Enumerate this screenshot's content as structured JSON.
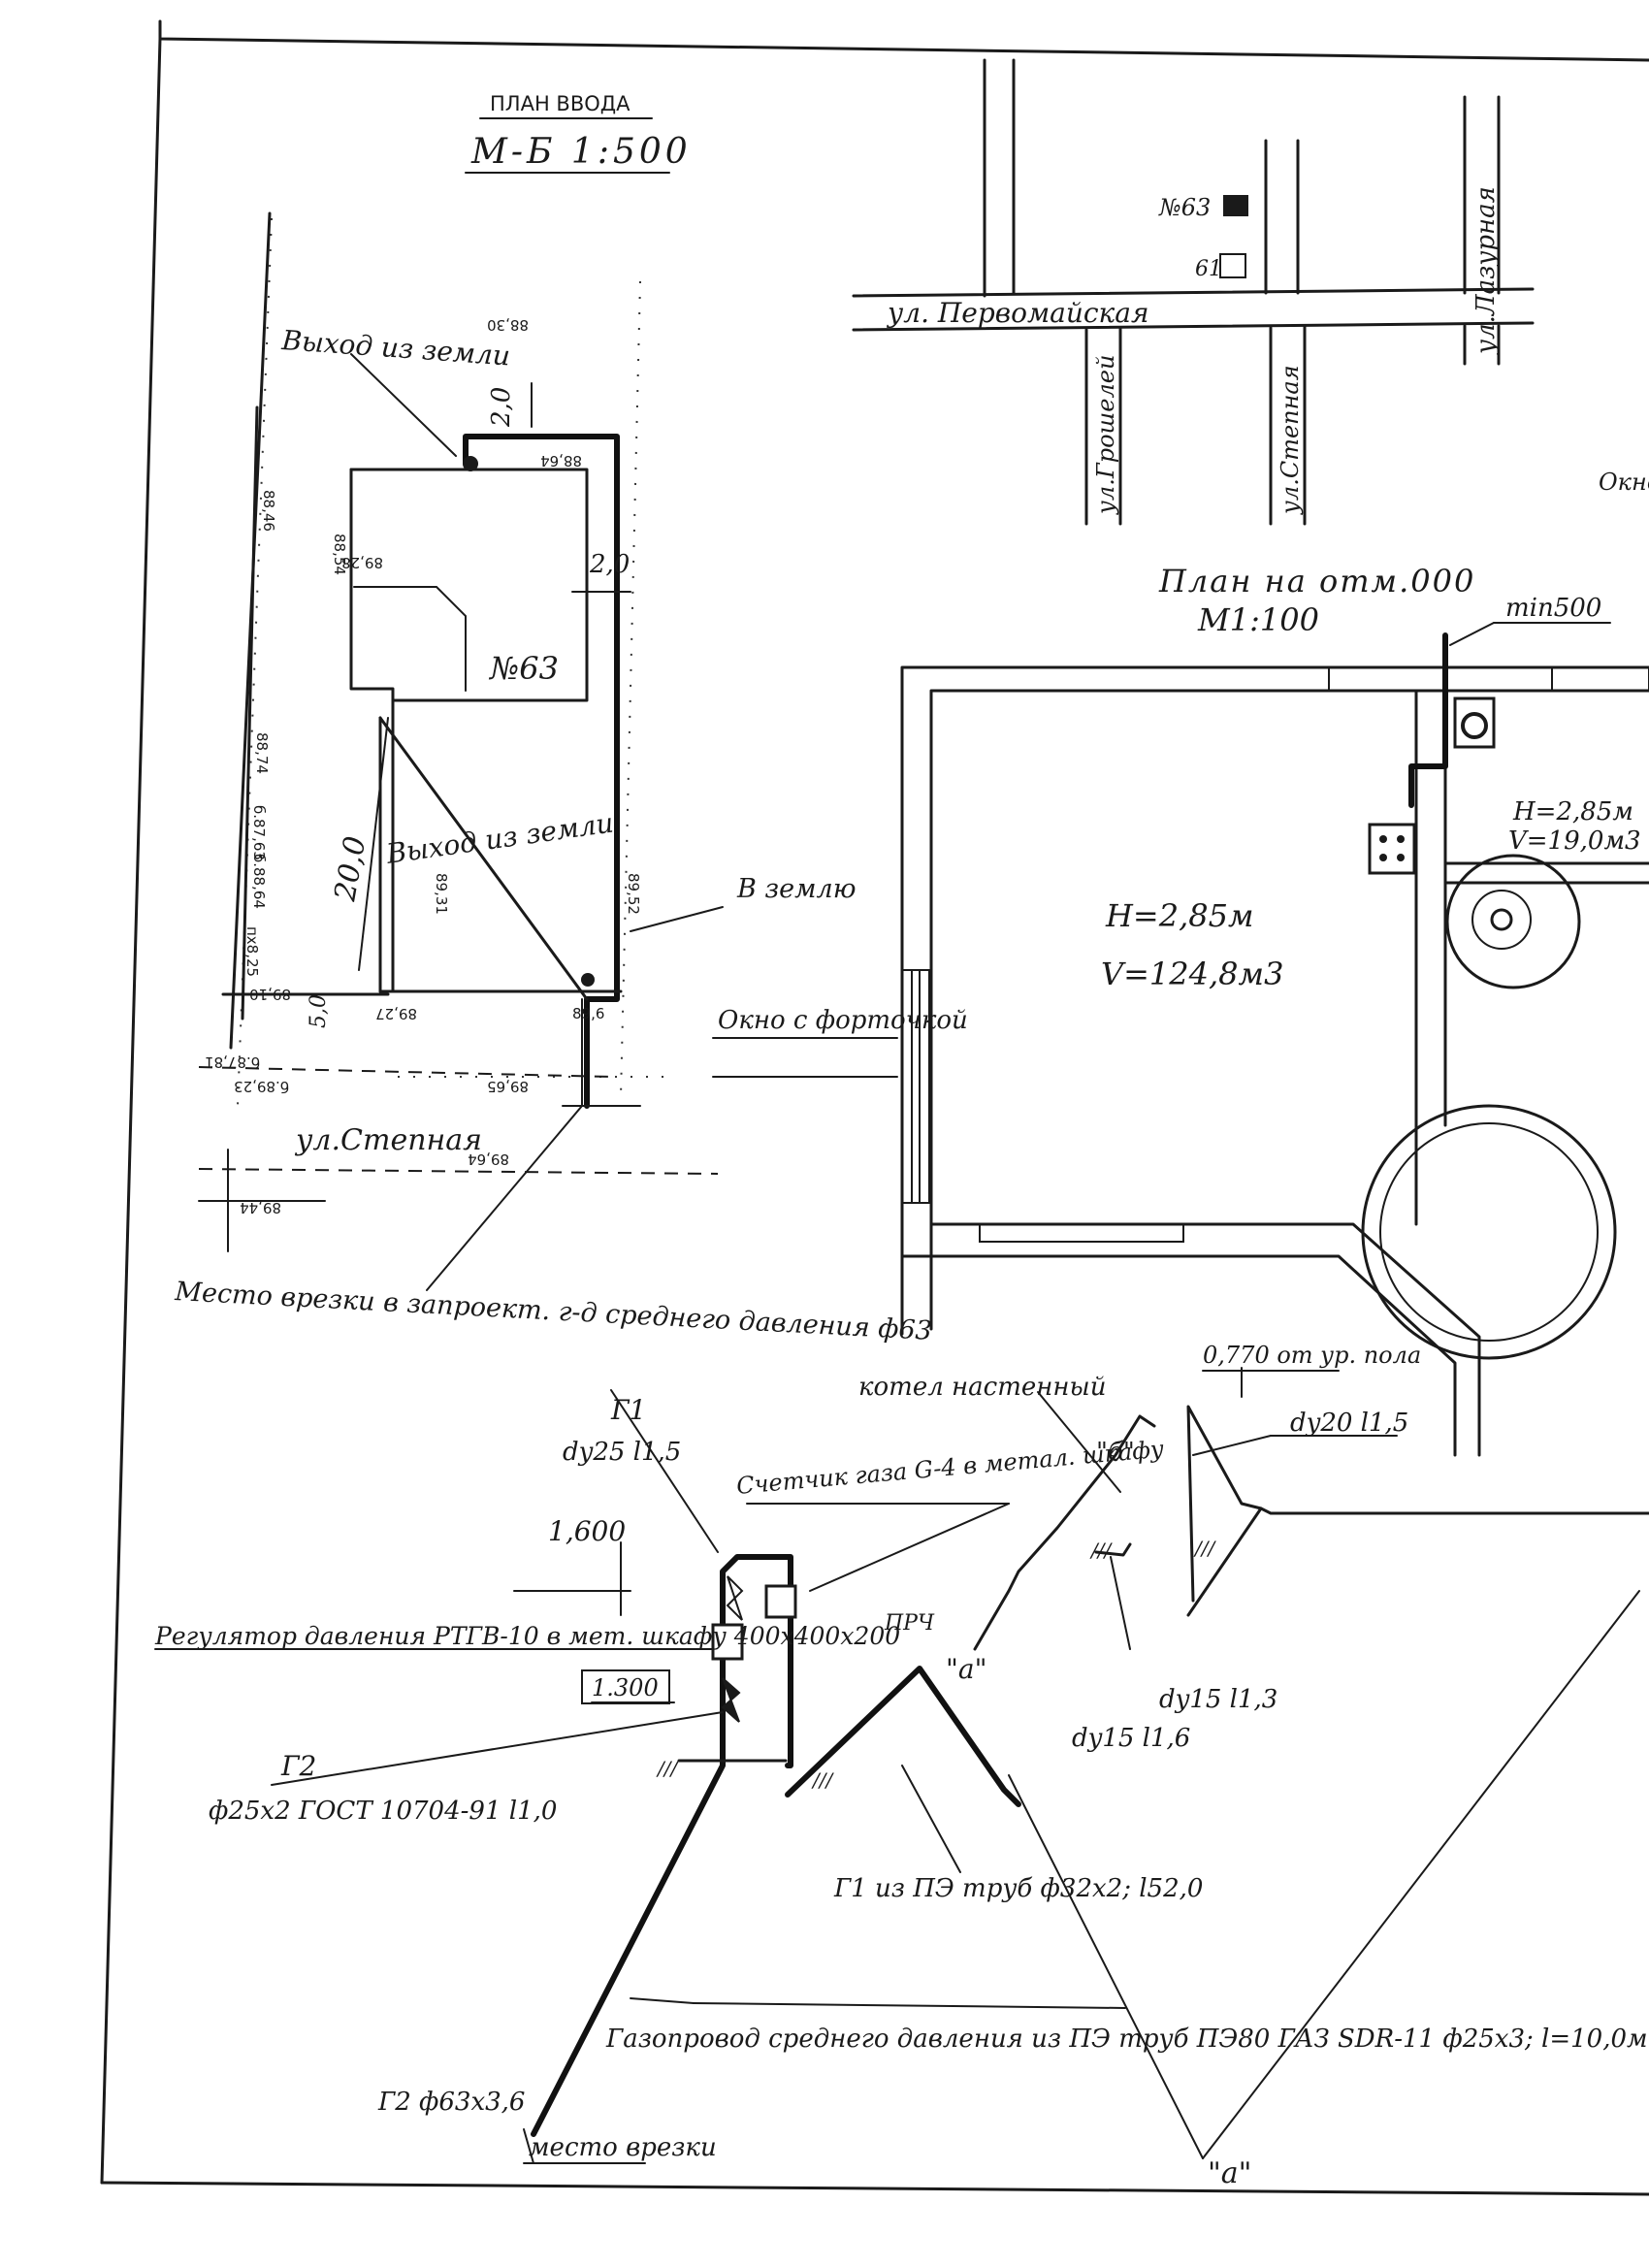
{
  "colors": {
    "ink": "#1a1a1a",
    "paper": "#ffffff"
  },
  "site_plan": {
    "title": "ПЛАН ВВОДА",
    "scale": "М-Б 1:500",
    "house_number": "№63",
    "exit_top": "Выход из земли",
    "exit_lower": "Выход из земли",
    "into_ground": "В землю",
    "street": "ул.Степная",
    "tie_in": "Место врезки в запроект. г-д среднего давления ф63",
    "dims": {
      "offset_top": "2,0",
      "offset_right": "2,0",
      "length": "20,0",
      "vertical": "5,0"
    },
    "elevations": [
      "88,30",
      "88,64",
      "88,46",
      "88,54",
      "89,28",
      "88,74",
      "б.87,63",
      "б.88,64",
      "пх8,25",
      "89,10",
      "89,27",
      "89,52",
      "89,31",
      "89,6",
      "б.87,81",
      "б.89,23",
      "89,64",
      "89,44",
      "89,65"
    ]
  },
  "location_map": {
    "streets": [
      "ул. Первомайская",
      "ул.Грошелей",
      "ул.Степная",
      "ул.Лазурная"
    ],
    "house_63": "№63",
    "house_61": "61"
  },
  "floor_plan": {
    "title": "План на отм.000",
    "scale": "М1:100",
    "min_label": "min500",
    "room_height": "Н=2,85м",
    "room_volume": "V=124,8м3",
    "side_height": "Н=2,85м",
    "side_volume": "V=19,0м3",
    "window_label": "Окно с форточкой",
    "edge_label": "Окно точ"
  },
  "axonometric": {
    "boiler": "котел настенный",
    "height_note": "0,770 от ур. пола",
    "pipe_top": "dy20 l1,5",
    "meter": "Счетчик газа G-4 в метал. шкафу",
    "b_mark": "\"б\"",
    "g1_label": "Г1",
    "g1_size": "dy25 l1,5",
    "h_1600": "1,600",
    "h_1300": "1.300",
    "regulator": "Регулятор давления РТГВ-10 в мет. шкафу 400х400х200",
    "prch": "ПРЧ",
    "a_mark": "\"а\"",
    "g2_label": "Г2",
    "g2_spec": "ф25х2 ГОСТ 10704-91 l1,0",
    "dy15_a": "dy15 l1,6",
    "dy15_b": "dy15 l1,3",
    "g1_pe": "Г1 из ПЭ труб ф32х2; l52,0",
    "main_pipe": "Газопровод среднего давления из ПЭ труб ПЭ80 ГАЗ SDR-11 ф25х3; l=10,0м",
    "g2_63": "Г2 ф63х3,6",
    "tie_in": "место врезки"
  }
}
